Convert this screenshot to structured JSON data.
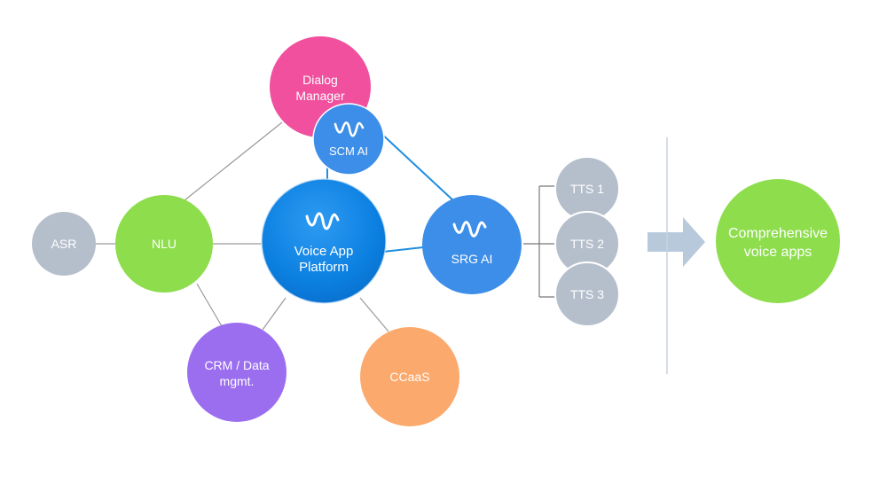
{
  "colors": {
    "pink": "#f0509e",
    "blue": "#3d8ee8",
    "green": "#8ddd4c",
    "purple": "#9b6ef0",
    "orange": "#fba96c",
    "gray": "#b5bfcc",
    "line_gray": "#9a9a9a",
    "line_blue": "#1f8ee0",
    "arrow": "#b8c9dc",
    "divider": "#c8d2de"
  },
  "icons": {
    "waveform": "waveform-icon"
  },
  "nodes": {
    "dialog_manager": {
      "line1": "Dialog",
      "line2": "Manager"
    },
    "scm_ai": {
      "label": "SCM AI"
    },
    "voice_app_platform": {
      "line1": "Voice App",
      "line2": "Platform"
    },
    "srg_ai": {
      "label": "SRG AI"
    },
    "asr": {
      "label": "ASR"
    },
    "nlu": {
      "label": "NLU"
    },
    "crm": {
      "line1": "CRM / Data",
      "line2": "mgmt."
    },
    "ccaas": {
      "label": "CCaaS"
    },
    "tts1": {
      "label": "TTS 1"
    },
    "tts2": {
      "label": "TTS 2"
    },
    "tts3": {
      "label": "TTS 3"
    },
    "comprehensive": {
      "line1": "Comprehensive",
      "line2": "voice apps"
    }
  }
}
